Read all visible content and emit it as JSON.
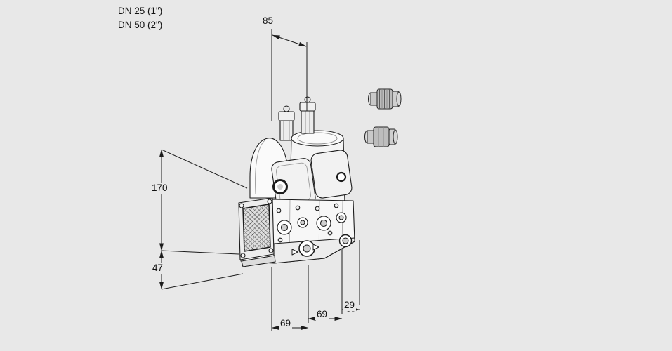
{
  "colors": {
    "background": "#e8e8e8",
    "line": "#1c1c1c"
  },
  "labels": {
    "dn_25": "DN 25 (1\")",
    "dn_50": "DN 50 (2\")"
  },
  "dimensions": {
    "top_width": "85",
    "overall_height": "170",
    "lower_height": "47",
    "bottom_left": "69",
    "bottom_middle": "69",
    "bottom_right": "29"
  }
}
